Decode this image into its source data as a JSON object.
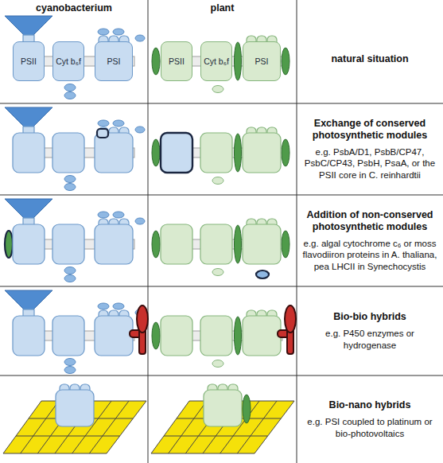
{
  "diagram": {
    "nodes": [
      {
        "text": [
          "PSII"
        ]
      },
      {
        "text": [
          "Cyt b₆f"
        ]
      },
      {
        "text": [
          "PSI"
        ]
      },
      {
        "text": [
          "PSII"
        ]
      },
      {
        "text": [
          "Cyt b₆f"
        ]
      },
      {
        "text": [
          "PSI"
        ]
      }
    ],
    "labels": [
      "cyanobacterium",
      "plant",
      "natural situation",
      "Exchange of conserved photosynthetic modules",
      "e.g. PsbA/D1, PsbB/CP47, PsbC/CP43, PsbH, PsaA, or the PSII core in C. reinhardtii",
      "Addition of non-conserved photosynthetic modules",
      "e.g. algal cytochrome c₆ or moss flavodiiron proteins in A. thaliana, pea LHCII in Synechocystis",
      "Bio-bio hybrids",
      "e.g. P450 enzymes or hydrogenase",
      "Bio-nano hybrids",
      "e.g. PSI coupled to platinum or bio-photovoltaics"
    ]
  }
}
